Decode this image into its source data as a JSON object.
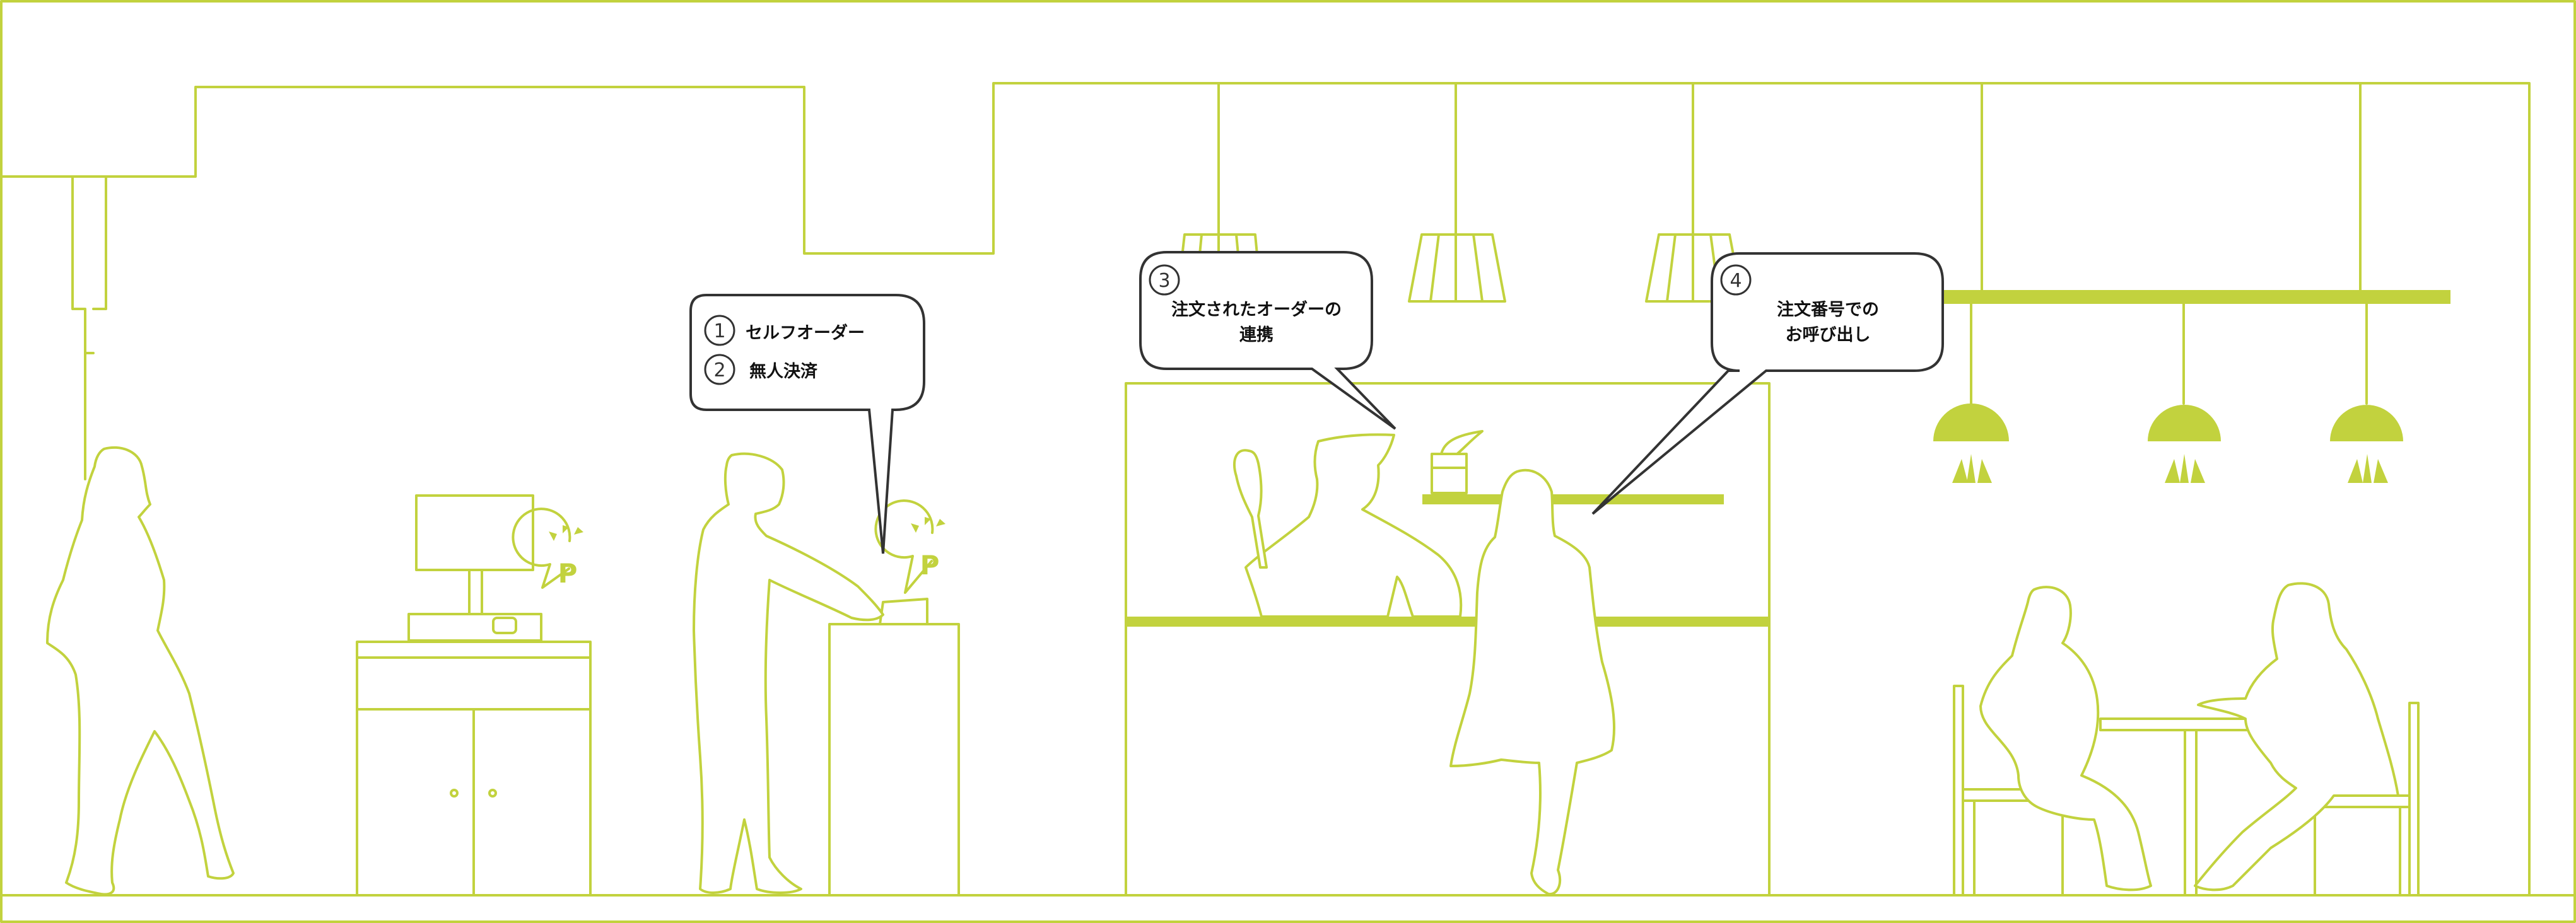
{
  "callouts": [
    {
      "items": [
        {
          "num": "1",
          "text": "セルフオーダー"
        },
        {
          "num": "2",
          "text": "無人決済"
        }
      ]
    },
    {
      "num": "3",
      "lines": [
        "注文されたオーダーの",
        "連携"
      ]
    },
    {
      "num": "4",
      "lines": [
        "注文番号での",
        "お呼び出し"
      ]
    }
  ],
  "payment_badge_letter": "P",
  "colors": {
    "accent": "#c2d23e",
    "bubble_outline": "#333333"
  }
}
